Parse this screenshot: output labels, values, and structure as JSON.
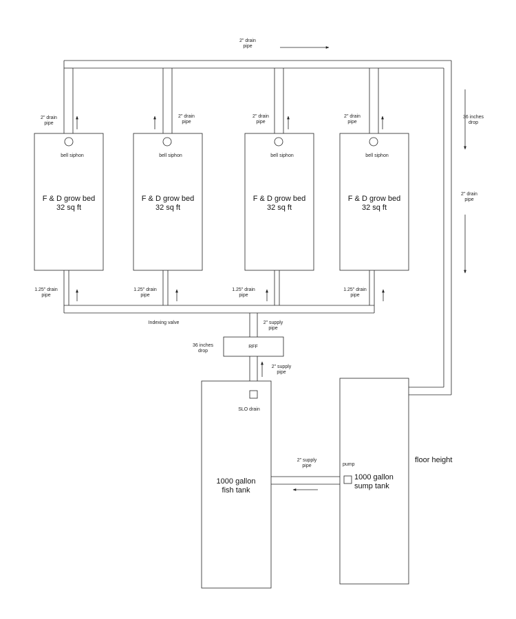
{
  "top_drain": {
    "label_line1": "2\" drain",
    "label_line2": "pipe"
  },
  "right_drop": {
    "drop_line1": "36  inches",
    "drop_line2": "drop",
    "pipe_line1": "2\" drain",
    "pipe_line2": "pipe"
  },
  "beds": [
    {
      "name": "F & D grow bed",
      "area": "32 sq ft",
      "siphon": "bell siphon",
      "drain_top_line1": "2\" drain",
      "drain_top_line2": "pipe",
      "drain_bottom_line1": "1.25\" drain",
      "drain_bottom_line2": "pipe"
    },
    {
      "name": "F & D grow bed",
      "area": "32 sq ft",
      "siphon": "bell siphon",
      "drain_top_line1": "2\" drain",
      "drain_top_line2": "pipe",
      "drain_bottom_line1": "1.25\" drain",
      "drain_bottom_line2": "pipe"
    },
    {
      "name": "F & D grow bed",
      "area": "32 sq ft",
      "siphon": "bell siphon",
      "drain_top_line1": "2\" drain",
      "drain_top_line2": "pipe",
      "drain_bottom_line1": "1.25\" drain",
      "drain_bottom_line2": "pipe"
    },
    {
      "name": "F & D grow bed",
      "area": "32 sq ft",
      "siphon": "bell siphon",
      "drain_top_line1": "2\" drain",
      "drain_top_line2": "pipe",
      "drain_bottom_line1": "1.25\" drain",
      "drain_bottom_line2": "pipe"
    }
  ],
  "indexing_valve": "Indexing valve",
  "supply_upper": {
    "line1": "2\" supply",
    "line2": "pipe"
  },
  "rff": {
    "label": "RFF",
    "drop_line1": "36  inches",
    "drop_line2": "drop"
  },
  "supply_lower": {
    "line1": "2\" supply",
    "line2": "pipe"
  },
  "fish_tank": {
    "line1": "1000 gallon",
    "line2": "fish tank",
    "slo_drain": "SLO drain"
  },
  "supply_between": {
    "line1": "2\" supply",
    "line2": "pipe"
  },
  "sump_tank": {
    "pump": "pump",
    "line1": "1000 gallon",
    "line2": "sump tank"
  },
  "floor_height": "floor height"
}
